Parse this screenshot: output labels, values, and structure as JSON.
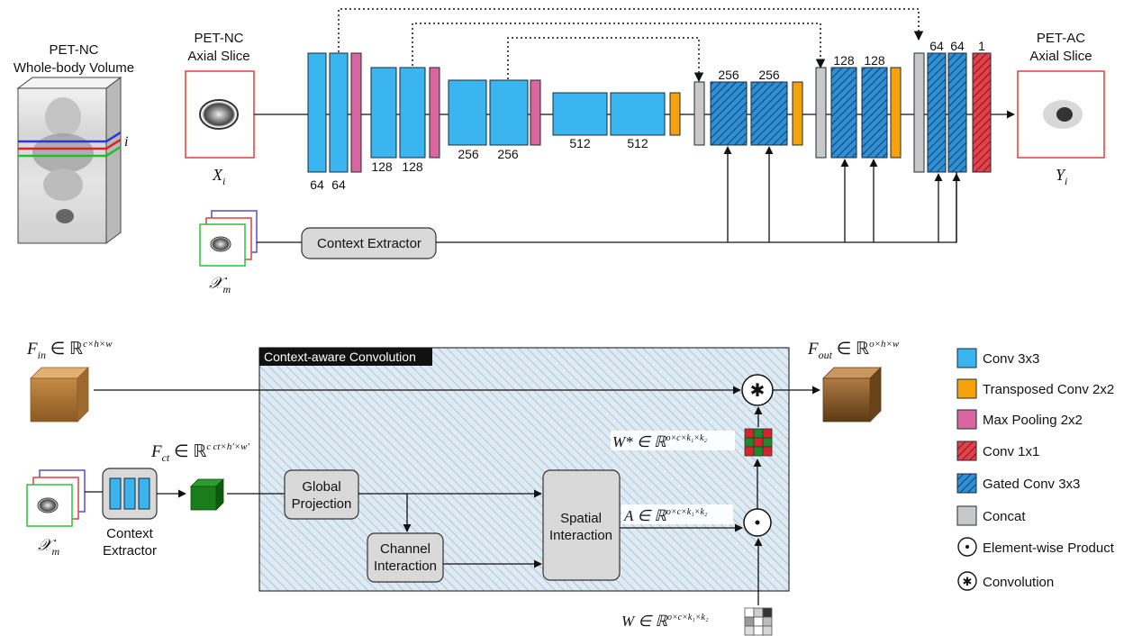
{
  "top": {
    "wb_title_line1": "PET-NC",
    "wb_title_line2": "Whole-body Volume",
    "slice_index": "i",
    "input_title_line1": "PET-NC",
    "input_title_line2": "Axial Slice",
    "input_var": "X",
    "input_sub": "i",
    "output_title_line1": "PET-AC",
    "output_title_line2": "Axial Slice",
    "output_var": "Y",
    "output_sub": "i",
    "context_extractor": "Context Extractor",
    "context_var": "𝒳",
    "context_sub": "m",
    "enc_labels": [
      "64",
      "64",
      "128",
      "128",
      "256",
      "256",
      "512",
      "512"
    ],
    "dec_labels": [
      "256",
      "256",
      "128",
      "128",
      "64",
      "64",
      "1"
    ]
  },
  "bottom": {
    "fin_label": "F",
    "fin_sub": "in",
    "fin_set": " ∈ ℝ",
    "fin_sup": "c×h×w",
    "fout_label": "F",
    "fout_sub": "out",
    "fout_set": " ∈ ℝ",
    "fout_sup": "o×h×w",
    "fct_label": "F",
    "fct_sub": "ct",
    "fct_set": " ∈ ℝ",
    "fct_sup": "c ct×h'×w'",
    "cac_title": "Context-aware Convolution",
    "global_projection_1": "Global",
    "global_projection_2": "Projection",
    "channel_interaction_1": "Channel",
    "channel_interaction_2": "Interaction",
    "spatial_interaction_1": "Spatial",
    "spatial_interaction_2": "Interaction",
    "context_extractor_1": "Context",
    "context_extractor_2": "Extractor",
    "context_var": "𝒳",
    "context_sub": "m",
    "wstar_label": "W* ∈ ℝ",
    "wstar_sup": "o×c×k₁×k₂",
    "a_label": "A ∈ ℝ",
    "a_sup": "o×c×k₁×k₂",
    "w_label": "W ∈ ℝ",
    "w_sup": "o×c×k₁×k₂"
  },
  "legend": {
    "items": [
      {
        "label": "Conv 3x3",
        "color": "#3bb5ef"
      },
      {
        "label": "Transposed Conv 2x2",
        "color": "#f5a20b"
      },
      {
        "label": "Max Pooling 2x2",
        "color": "#d9669f"
      },
      {
        "label": "Conv 1x1",
        "color": "#e0414a"
      },
      {
        "label": "Gated Conv 3x3",
        "color": "#2f8fd1"
      },
      {
        "label": "Concat",
        "color": "#c8c8c8"
      },
      {
        "label": "Element-wise Product",
        "color": ""
      },
      {
        "label": "Convolution",
        "color": ""
      }
    ]
  }
}
